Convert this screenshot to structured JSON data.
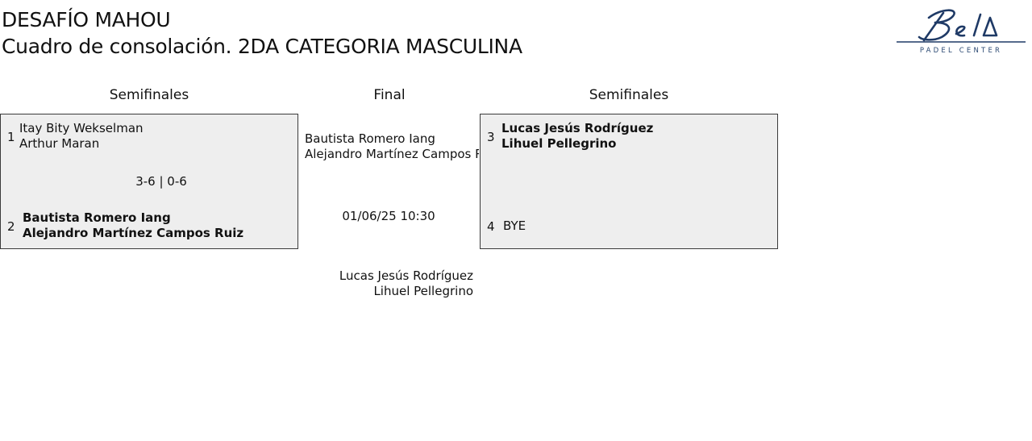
{
  "header": {
    "title_line1": "DESAFÍO MAHOU",
    "title_line2": "Cuadro de consolación. 2DA CATEGORIA MASCULINA"
  },
  "logo": {
    "icon": "bela-logo-icon",
    "text": "PADEL CENTER",
    "color": "#2c4a73"
  },
  "rounds": {
    "left": "Semifinales",
    "middle": "Final",
    "right": "Semifinales"
  },
  "semifinal_left": {
    "team1": {
      "seed": "1",
      "player1": "Itay Bity Wekselman",
      "player2": "Arthur Maran"
    },
    "score": "3-6 | 0-6",
    "team2": {
      "seed": "2",
      "player1": "Bautista Romero Iang",
      "player2": "Alejandro Martínez Campos Ruiz"
    }
  },
  "semifinal_right": {
    "team1": {
      "seed": "3",
      "player1": "Lucas Jesús Rodríguez",
      "player2": "Lihuel Pellegrino"
    },
    "team2": {
      "seed": "4",
      "player1": "BYE"
    }
  },
  "final": {
    "team_top": {
      "player1": "Bautista Romero Iang",
      "player2": "Alejandro Martínez Campos Ruiz"
    },
    "datetime": "01/06/25 10:30",
    "team_bottom": {
      "player1": "Lucas Jesús Rodríguez",
      "player2": "Lihuel Pellegrino"
    }
  },
  "colors": {
    "box_background": "#eeeeee",
    "box_border": "#3a3a3a"
  }
}
